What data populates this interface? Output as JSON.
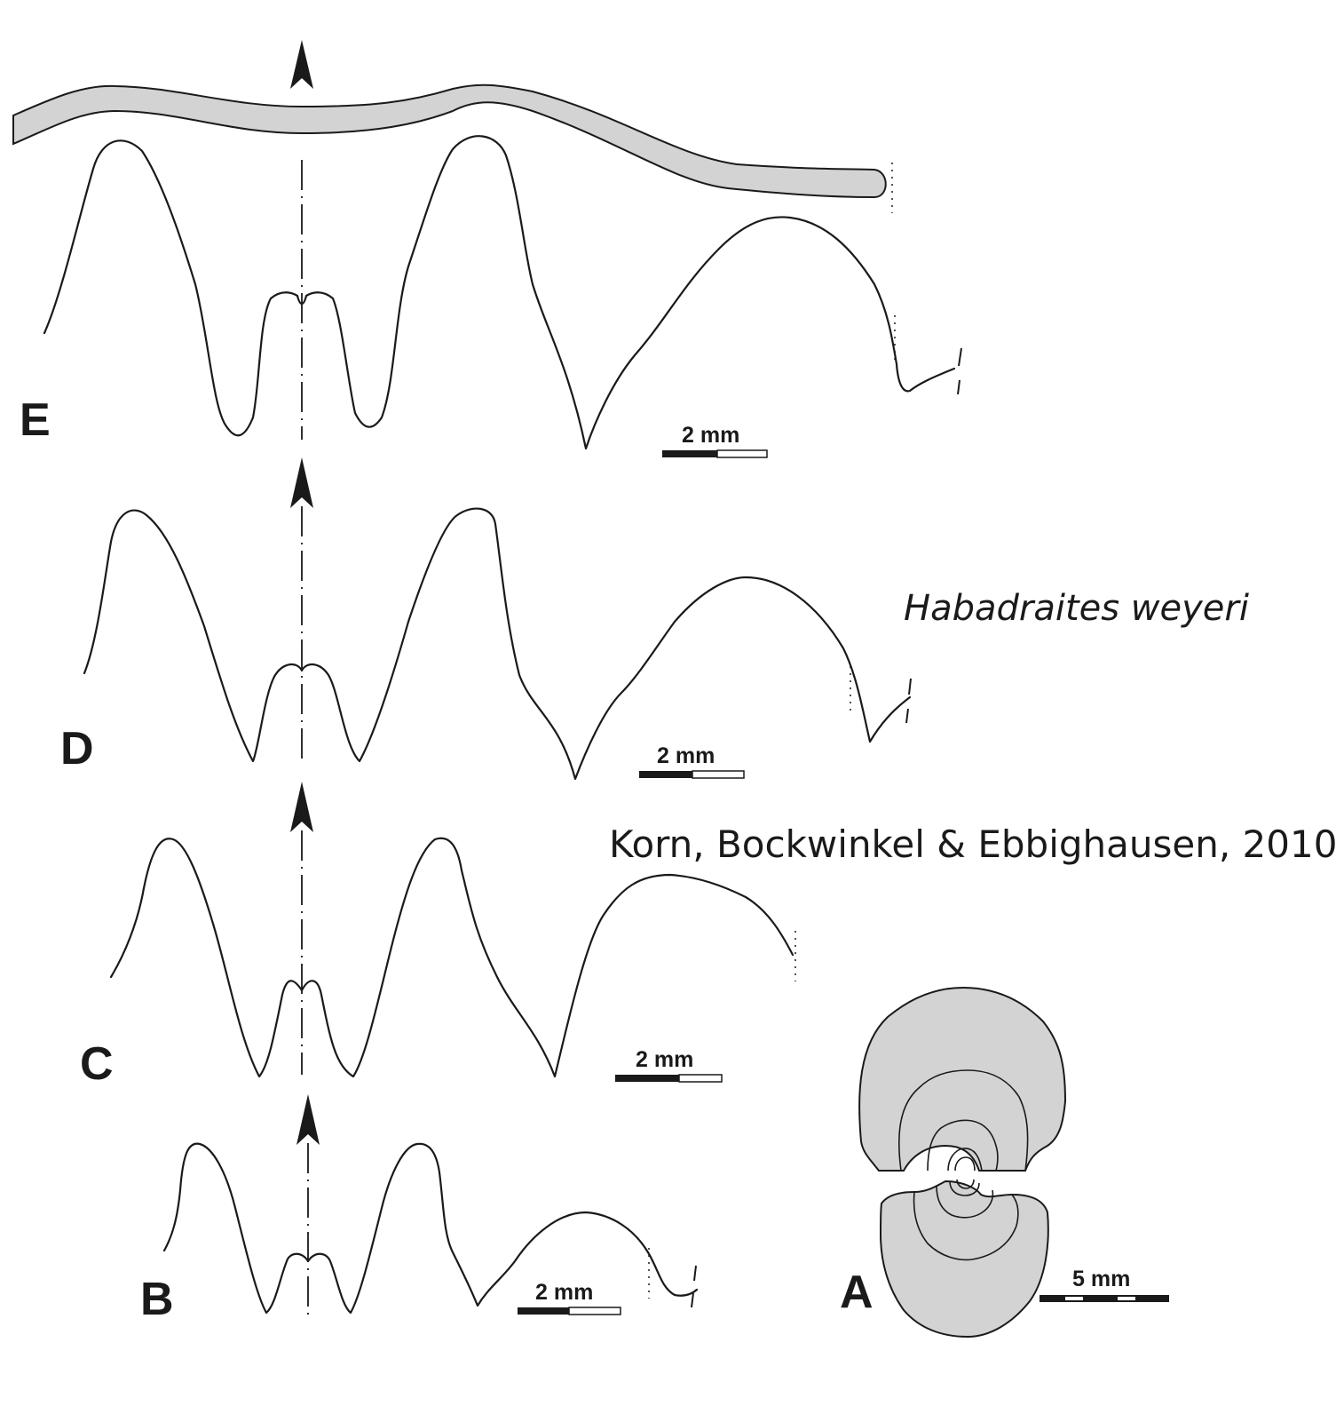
{
  "figure": {
    "species_name": "Habadraites weyeri",
    "authority": "Korn, Bockwinkel & Ebbighausen, 2010",
    "panels": [
      {
        "id": "E",
        "label": "E",
        "scale_label": "2 mm"
      },
      {
        "id": "D",
        "label": "D",
        "scale_label": "2 mm"
      },
      {
        "id": "C",
        "label": "C",
        "scale_label": "2 mm"
      },
      {
        "id": "B",
        "label": "B",
        "scale_label": "2 mm"
      },
      {
        "id": "A",
        "label": "A",
        "scale_label": "5 mm"
      }
    ],
    "colors": {
      "line": "#1a1a1a",
      "shell_fill": "#d3d3d3",
      "background": "#ffffff"
    }
  }
}
